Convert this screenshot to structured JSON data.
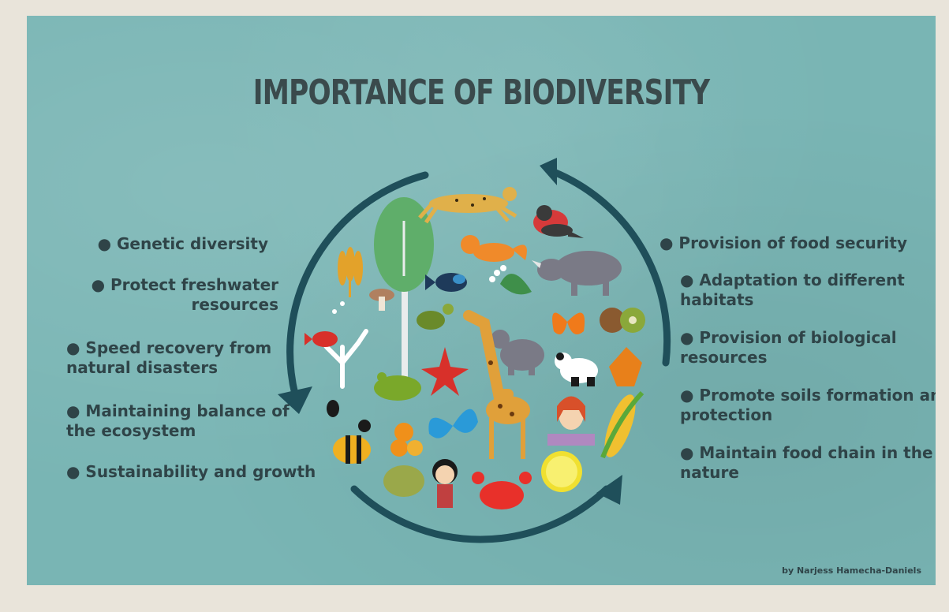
{
  "title": "IMPORTANCE OF BIODIVERSITY",
  "left_bullets": [
    [
      "● Genetic diversity"
    ],
    [
      "● Protect freshwater",
      "resources"
    ],
    [
      "● Speed recovery from",
      "natural disasters"
    ],
    [
      "● Maintaining balance of",
      "the ecosystem"
    ],
    [
      "● Sustainability and growth"
    ]
  ],
  "right_bullets": [
    [
      "● Provision of food security"
    ],
    [
      "● Adaptation to different",
      "habitats"
    ],
    [
      "● Provision of biological",
      "resources"
    ],
    [
      "● Promote soils formation and",
      "protection"
    ],
    [
      "● Maintain food chain in the",
      "nature"
    ]
  ],
  "credit": "by Narjess Hamecha-Daniels",
  "colors": {
    "background": "#79b5b4",
    "title": "#3a4a4c",
    "text": "#2f4448",
    "arrow": "#1f4f5a"
  },
  "icons": [
    "cheetah-icon",
    "bird-icon",
    "tree-icon",
    "fox-icon",
    "wheat-icon",
    "fish-icon",
    "rhino-icon",
    "flower-icon",
    "mushroom-icon",
    "turtle-icon",
    "butterfly-icon",
    "kiwi-icon",
    "coral-icon",
    "elephant-icon",
    "giraffe-icon",
    "panda-icon",
    "leaf-icon",
    "starfish-icon",
    "frog-icon",
    "beetle-icon",
    "bee-icon",
    "orange-icon",
    "woman-icon",
    "corn-icon",
    "girl-icon",
    "crab-icon",
    "lemon-icon"
  ]
}
